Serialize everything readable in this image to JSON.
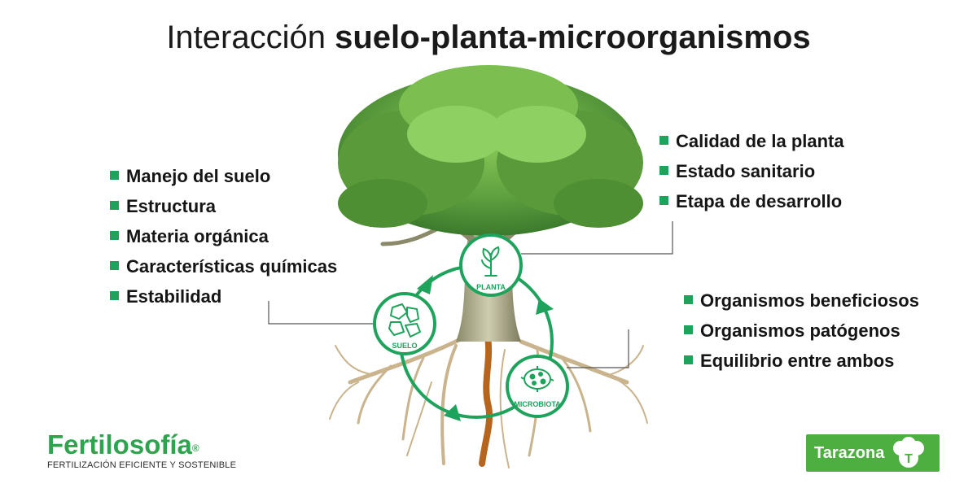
{
  "title": {
    "light": "Interacción",
    "bold": "suelo-planta-microorganismos"
  },
  "left_list": [
    "Manejo del suelo",
    "Estructura",
    "Materia orgánica",
    "Características químicas",
    "Estabilidad"
  ],
  "right_top_list": [
    "Calidad de la planta",
    "Estado sanitario",
    "Etapa de desarrollo"
  ],
  "right_bottom_list": [
    "Organismos beneficiosos",
    "Organismos patógenos",
    "Equilibrio entre ambos"
  ],
  "nodes": {
    "planta": "PLANTA",
    "suelo": "SUELO",
    "microbiota": "MICROBIOTA"
  },
  "brand_left": {
    "name": "Fertilosofía",
    "mark": "®",
    "tagline": "FERTILIZACIÓN EFICIENTE Y SOSTENIBLE"
  },
  "brand_right": {
    "name": "Tarazona",
    "letter": "T"
  },
  "colors": {
    "accent": "#1fa35c",
    "brand_green": "#2ea44f",
    "logo_bg": "#4caf3f",
    "foliage": "#5fa040",
    "roots": "#c9b48e",
    "taproot": "#b5651d"
  }
}
